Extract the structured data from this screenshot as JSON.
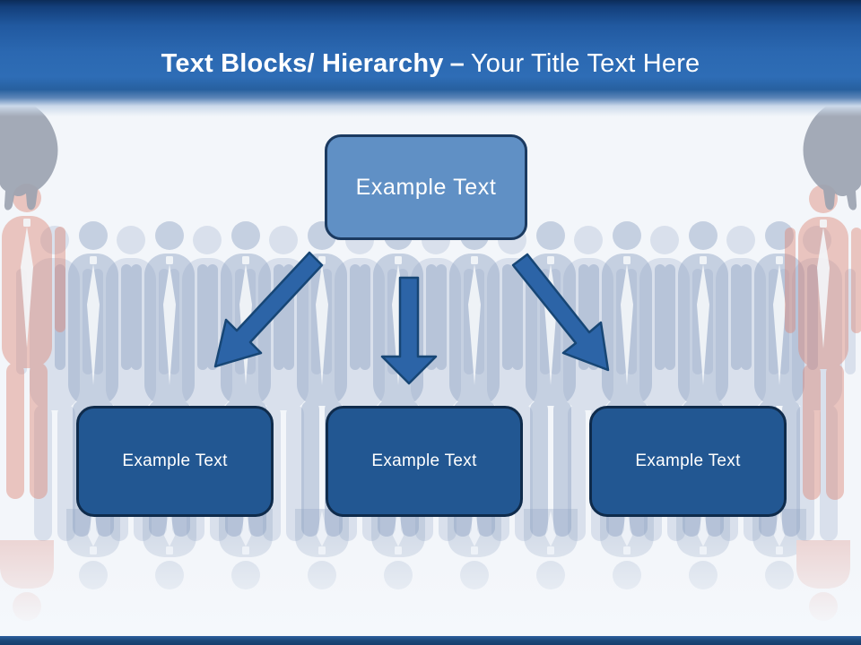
{
  "header": {
    "title_bold": "Text Blocks/ Hierarchy",
    "title_dash": "–",
    "title_regular": "Your Title Text Here"
  },
  "diagram": {
    "root": {
      "label": "Example Text"
    },
    "children": [
      {
        "label": "Example Text"
      },
      {
        "label": "Example Text"
      },
      {
        "label": "Example Text"
      }
    ]
  },
  "background": {
    "description": "faded crowd of business-people silhouettes with two hands picking a highlighted person at each edge, mirrored reflection below"
  },
  "colors": {
    "header_blue": "#2E6DB6",
    "header_dark": "#0C2C58",
    "root_fill": "#6090C5",
    "root_border": "#1B3A60",
    "child_fill": "#225792",
    "child_border": "#0F2B4B",
    "arrow_fill": "#2C64A7",
    "arrow_border": "#174675",
    "crowd_gray": "#8FA3C4",
    "crowd_pink": "#DD8878",
    "hand_gray": "#9AA2AF",
    "background": "#F3F6FA",
    "footer_navy": "#1B4777",
    "text_white": "#FFFFFF"
  }
}
